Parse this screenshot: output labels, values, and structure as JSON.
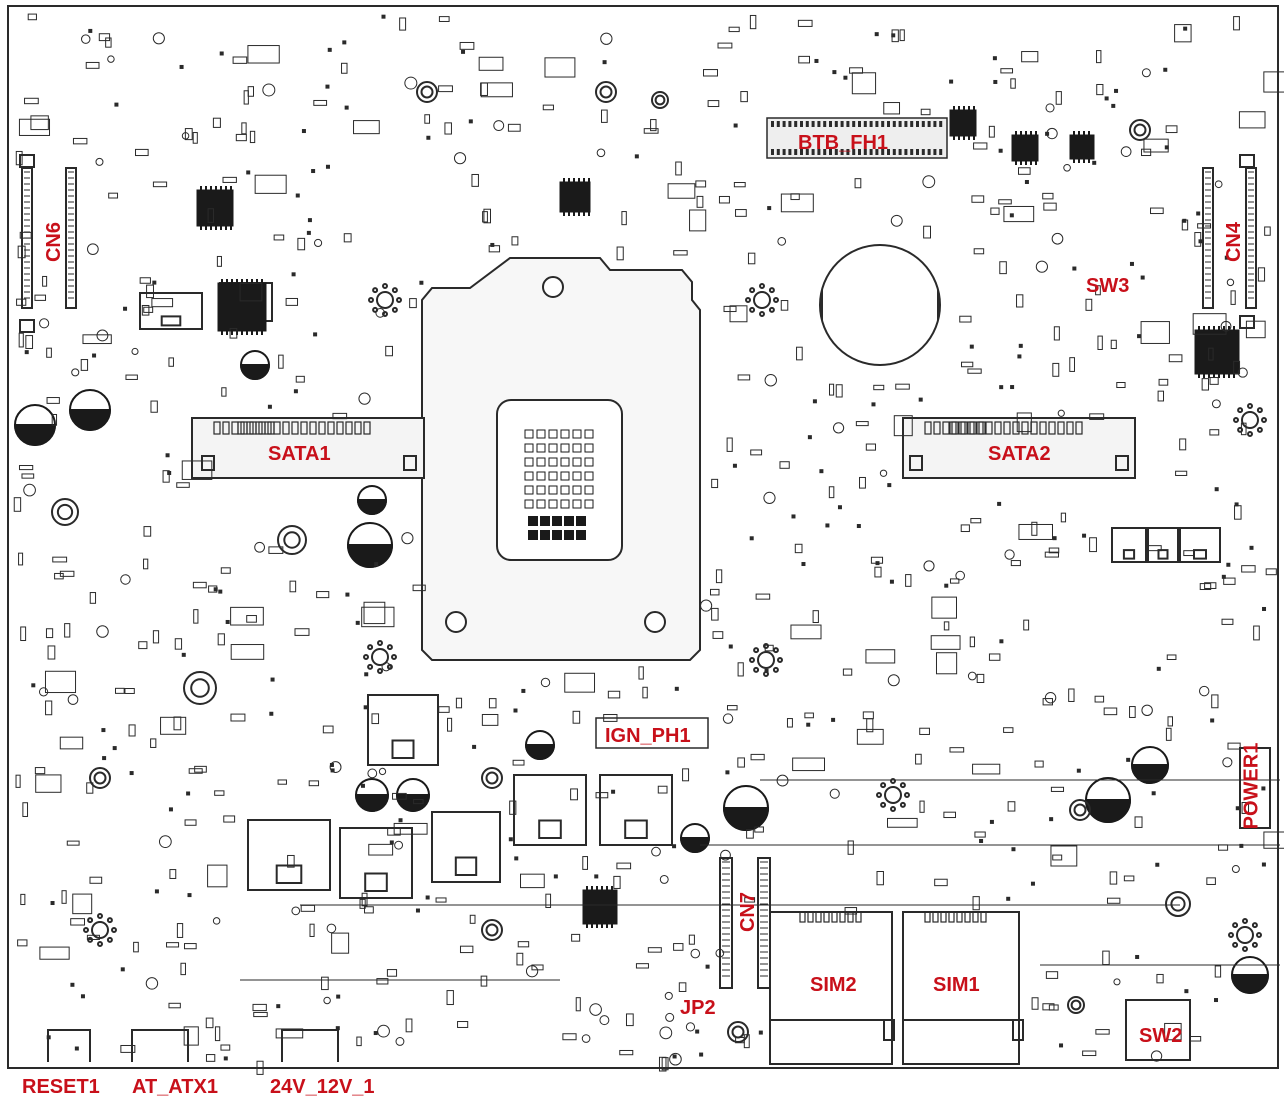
{
  "colors": {
    "label": "#c8101a",
    "line": "#2a2a2a",
    "component": "#1a1a1a",
    "background": "#ffffff"
  },
  "labels": {
    "btb_fh1": "BTB_FH1",
    "cn6": "CN6",
    "cn4": "CN4",
    "sw3": "SW3",
    "sata1": "SATA1",
    "sata2": "SATA2",
    "ign_ph1": "IGN_PH1",
    "power1": "POWER1",
    "cn7": "CN7",
    "sim2": "SIM2",
    "sim1": "SIM1",
    "jp2": "JP2",
    "sw2": "SW2",
    "reset1": "RESET1",
    "at_atx1": "AT_ATX1",
    "v24_12_1": "24V_12V_1"
  },
  "icons": [
    "cpu-socket-outline",
    "coin-cell-battery",
    "electrolytic-capacitor",
    "mounting-hole",
    "ic-chip"
  ]
}
